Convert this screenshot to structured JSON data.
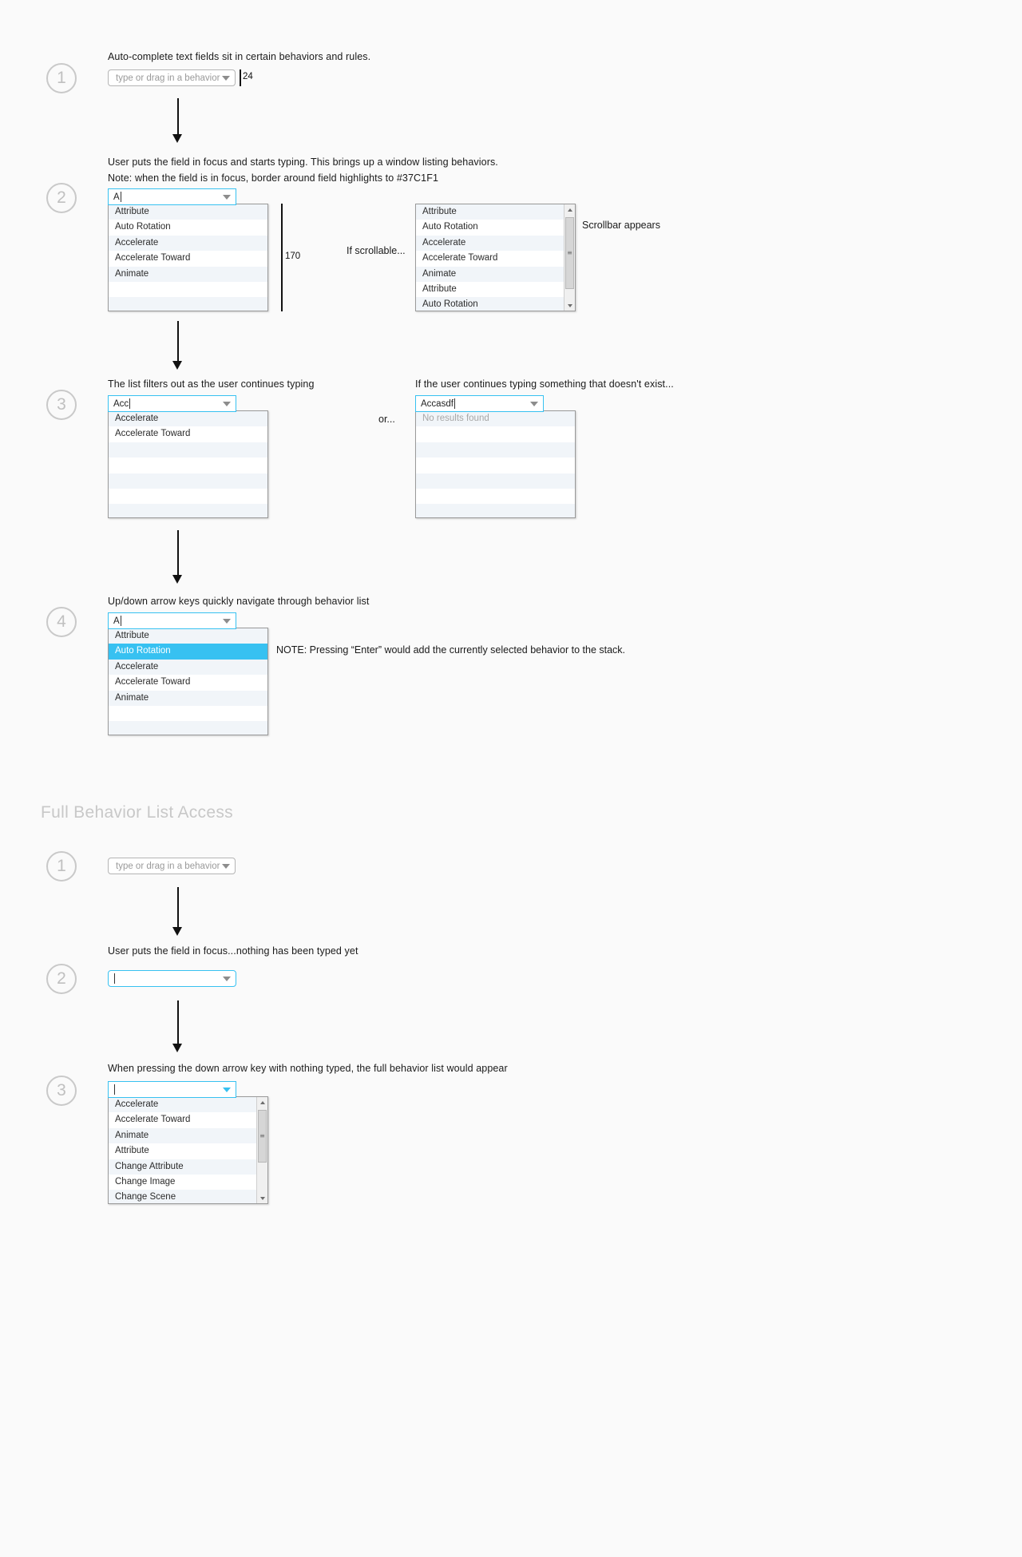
{
  "colors": {
    "focus_border": "#37C1F1",
    "selected_row": "#37C1F1",
    "row_alt": "#F1F5F9",
    "page_bg": "#FAFAFA",
    "badge_outline": "#C9C9C9"
  },
  "section_a": {
    "steps": {
      "one": "1",
      "two": "2",
      "three": "3",
      "four": "4"
    },
    "step1": {
      "caption": "Auto-complete text fields sit in certain behaviors and rules.",
      "field_placeholder": "type or drag in a behavior",
      "measure_value": "24"
    },
    "step2": {
      "caption_line1": "User puts the field in focus and starts typing. This brings up a window listing behaviors.",
      "caption_line2": "Note: when the field is in focus, border around field highlights to #37C1F1",
      "typed_value": "A",
      "measure_value": "170",
      "scrollable_label": "If scrollable...",
      "scrollbar_label": "Scrollbar appears",
      "list_items": [
        "Attribute",
        "Auto Rotation",
        "Accelerate",
        "Accelerate Toward",
        "Animate"
      ],
      "scroll_list_items": [
        "Attribute",
        "Auto Rotation",
        "Accelerate",
        "Accelerate Toward",
        "Animate",
        "Attribute",
        "Auto Rotation"
      ]
    },
    "step3": {
      "caption_left": "The list filters out as the user continues typing",
      "caption_right": "If the user continues typing something that doesn't exist...",
      "or_label": "or...",
      "typed_left": "Acc",
      "typed_right": "Accasdf",
      "list_items_left": [
        "Accelerate",
        "Accelerate Toward"
      ],
      "no_results_text": "No results found"
    },
    "step4": {
      "caption": "Up/down arrow keys quickly navigate through behavior list",
      "typed_value": "A",
      "note": "NOTE: Pressing “Enter” would add the currently selected behavior to the stack.",
      "list_items": [
        "Attribute",
        "Auto Rotation",
        "Accelerate",
        "Accelerate Toward",
        "Animate"
      ],
      "selected_index": 1
    }
  },
  "section_b": {
    "heading": "Full Behavior List Access",
    "steps": {
      "one": "1",
      "two": "2",
      "three": "3"
    },
    "step1": {
      "field_placeholder": "type or drag in a behavior"
    },
    "step2": {
      "caption": "User puts the field in focus...nothing has been typed yet"
    },
    "step3": {
      "caption": "When pressing the down arrow key with nothing typed, the full behavior list would appear",
      "list_items": [
        "Accelerate",
        "Accelerate Toward",
        "Animate",
        "Attribute",
        "Change Attribute",
        "Change Image",
        "Change Scene"
      ]
    }
  }
}
